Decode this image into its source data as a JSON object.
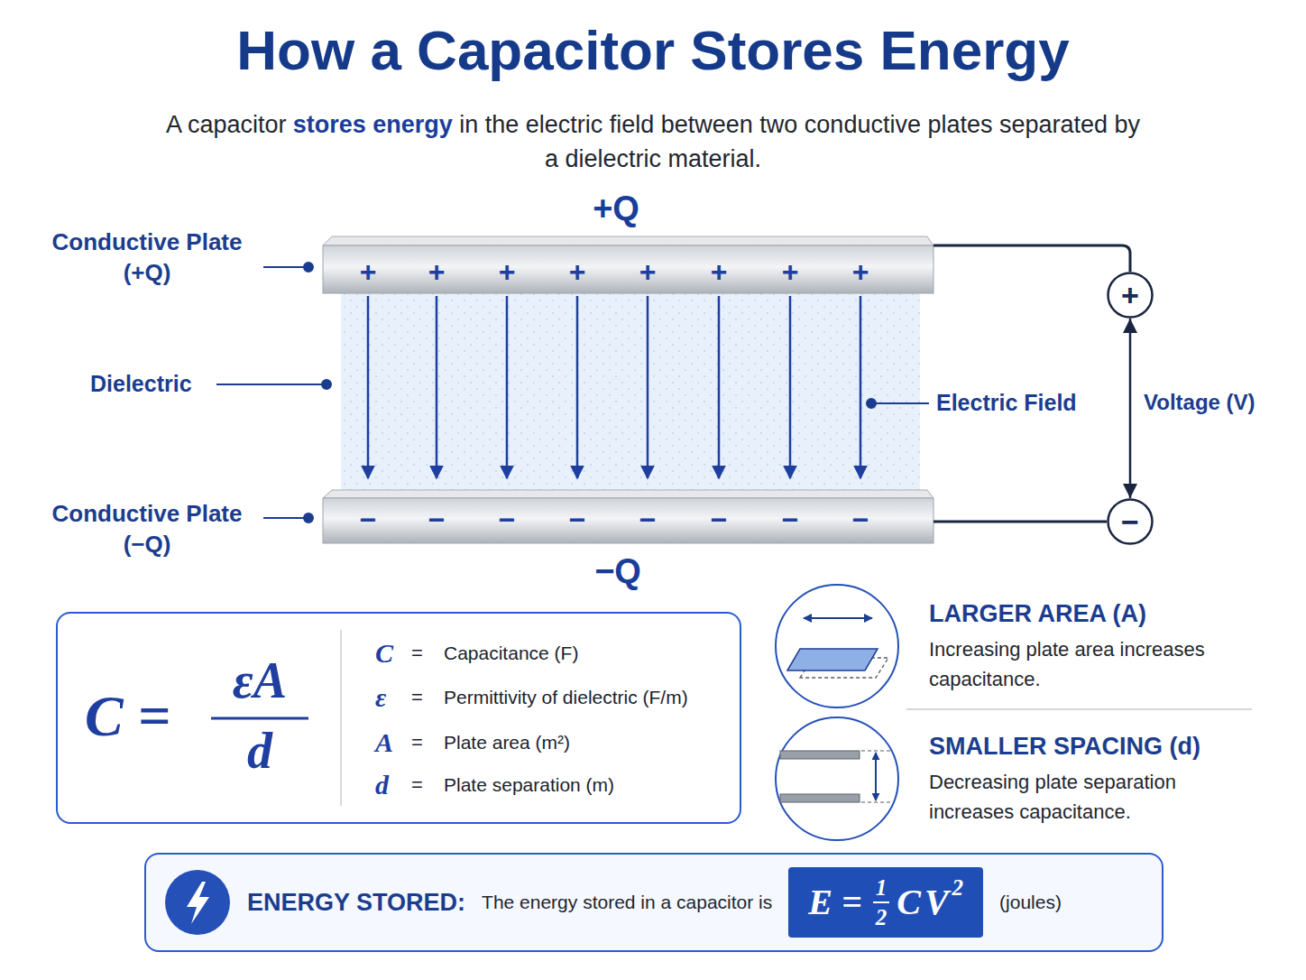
{
  "diagram": {
    "title": "How a Capacitor Stores Energy",
    "nodes": [
      {
        "text": [
          "+"
        ]
      },
      {
        "text": [
          "−"
        ]
      },
      {
        "text": [
          "C =",
          "εA",
          "d",
          "C",
          "=",
          "Capacitance (F)",
          "ε",
          "=",
          "Permittivity of dielectric (F/m)",
          "A",
          "=",
          "Plate area (m²)",
          "d",
          "=",
          "Plate separation (m)"
        ]
      },
      {
        "text": [
          "LARGER AREA (A)",
          "Increasing plate area increases capacitance."
        ]
      },
      {
        "text": [
          "SMALLER SPACING (d)",
          "Decreasing plate separation increases capacitance."
        ]
      },
      {
        "text": [
          "ENERGY STORED:",
          "The energy stored in a capacitor is",
          "(joules)"
        ]
      },
      {
        "text": [
          "E =",
          "1",
          "2",
          "CV",
          "2"
        ],
        "in": 5
      }
    ],
    "edges": [
      {
        "from": 0,
        "to": 1,
        "arrow": "both",
        "label": "Voltage (V)"
      }
    ],
    "labels": [
      "A capacitor",
      "stores energy",
      "in the electric field between two conductive plates separated by a dielectric material.",
      "+Q",
      "Conductive Plate (+Q)",
      "+",
      "+",
      "+",
      "+",
      "+",
      "+",
      "+",
      "+",
      "Dielectric",
      "Electric Field",
      "−",
      "−",
      "−",
      "−",
      "−",
      "−",
      "−",
      "−",
      "Conductive Plate (−Q)",
      "−Q"
    ]
  }
}
